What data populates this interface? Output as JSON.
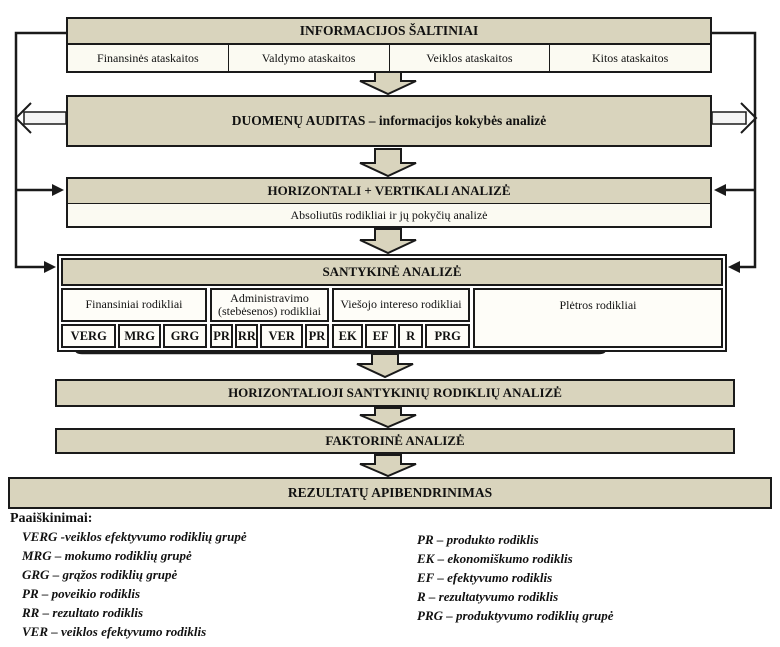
{
  "colors": {
    "tan": "#d9d4bd",
    "cream": "#fbfaf2",
    "border": "#1a1a1a",
    "light_arrow": "#f4f4f4"
  },
  "sources": {
    "title": "INFORMACIJOS ŠALTINIAI",
    "items": [
      "Finansinės ataskaitos",
      "Valdymo ataskaitos",
      "Veiklos ataskaitos",
      "Kitos ataskaitos"
    ]
  },
  "audit": {
    "title": "DUOMENŲ AUDITAS – informacijos kokybės analizė"
  },
  "hv": {
    "title": "HORIZONTALI + VERTIKALI  ANALIZĖ",
    "subtitle": "Absoliutūs rodikliai ir jų pokyčių analizė"
  },
  "santykine": {
    "title": "SANTYKINĖ ANALIZĖ",
    "groups": [
      {
        "label": "Finansiniai rodikliai",
        "cells": [
          "VERG",
          "MRG",
          "GRG"
        ]
      },
      {
        "label": "Administravimo (stebėsenos) rodikliai",
        "cells": [
          "PR",
          "RR",
          "VER",
          "PR"
        ]
      },
      {
        "label": "Viešojo intereso rodikliai",
        "cells": [
          "EK",
          "EF",
          "R",
          "PRG"
        ]
      },
      {
        "label": "Plėtros rodikliai",
        "cells": []
      }
    ]
  },
  "horizontalioji": {
    "title": "HORIZONTALIOJI SANTYKINIŲ RODIKLIŲ ANALIZĖ"
  },
  "faktorine": {
    "title": "FAKTORINĖ ANALIZĖ"
  },
  "rezultatai": {
    "title": "REZULTATŲ APIBENDRINIMAS"
  },
  "legend": {
    "title": "Paaiškinimai:",
    "left": [
      "VERG -veiklos efektyvumo rodiklių grupė",
      "MRG – mokumo rodiklių grupė",
      "GRG – grąžos rodiklių grupė",
      "PR – poveikio rodiklis",
      "RR – rezultato rodiklis",
      "VER – veiklos efektyvumo rodiklis"
    ],
    "right": [
      "PR – produkto rodiklis",
      "EK – ekonomiškumo rodiklis",
      "EF – efektyvumo rodiklis",
      "R – rezultatyvumo rodiklis",
      "PRG – produktyvumo rodiklių grupė"
    ]
  }
}
